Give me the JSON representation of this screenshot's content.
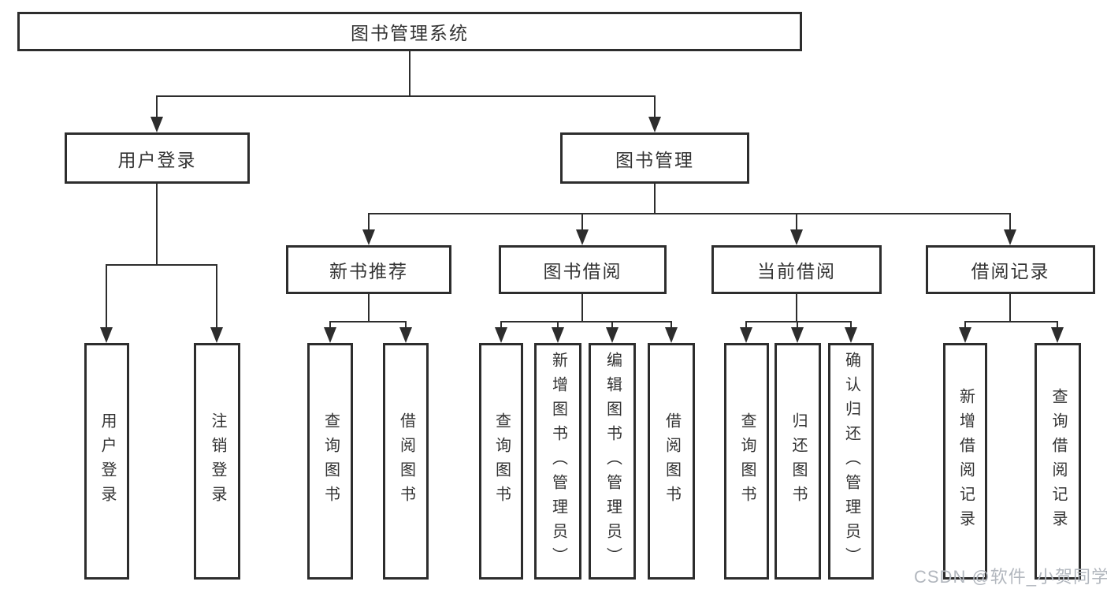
{
  "diagram": {
    "type": "hierarchy-tree",
    "root": {
      "label": "图书管理系统"
    },
    "branches": [
      {
        "label": "用户登录",
        "children": [
          {
            "label": "用户登录"
          },
          {
            "label": "注销登录"
          }
        ]
      },
      {
        "label": "图书管理",
        "children": [
          {
            "label": "新书推荐",
            "children": [
              {
                "label": "查询图书"
              },
              {
                "label": "借阅图书"
              }
            ]
          },
          {
            "label": "图书借阅",
            "children": [
              {
                "label": "查询图书"
              },
              {
                "label": "新增图书（管理员）"
              },
              {
                "label": "编辑图书（管理员）"
              },
              {
                "label": "借阅图书"
              }
            ]
          },
          {
            "label": "当前借阅",
            "children": [
              {
                "label": "查询图书"
              },
              {
                "label": "归还图书"
              },
              {
                "label": "确认归还（管理员）"
              }
            ]
          },
          {
            "label": "借阅记录",
            "children": [
              {
                "label": "新增借阅记录"
              },
              {
                "label": "查询借阅记录"
              }
            ]
          }
        ]
      }
    ]
  },
  "watermark": {
    "text": "CSDN @软件_小贺同学"
  },
  "colors": {
    "line": "#2d2d2d",
    "box_border": "#2d2d2d",
    "box_fill": "#ffffff",
    "text": "#333333",
    "watermark": "#b2b7be",
    "background": "#ffffff"
  }
}
